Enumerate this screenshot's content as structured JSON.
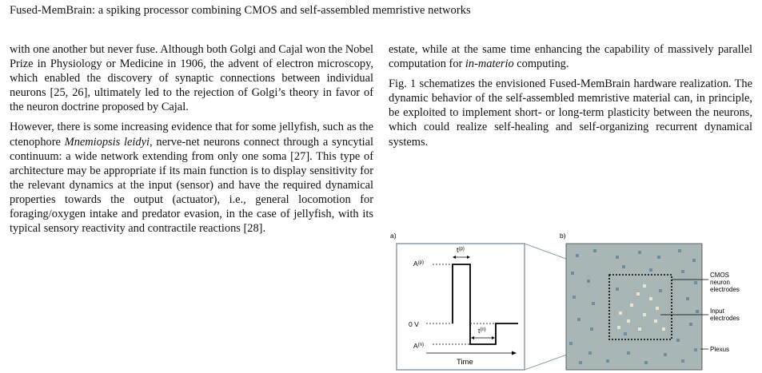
{
  "header": {
    "title": "Fused-MemBrain: a spiking processor combining CMOS and self-assembled memristive networks"
  },
  "left_column": {
    "p1": {
      "before": "with one another but never fuse. Although both Golgi and Cajal won the Nobel Prize in Physiology or Medicine in 1906, the advent of electron microscopy, which enabled the discovery of synaptic connections between individual neurons [25, 26], ultimately led to the rejection of Golgi’s theory in favor of the neuron doctrine proposed by Cajal."
    },
    "p2": {
      "before": "However, there is some increasing evidence that for some jellyfish, such as the ctenophore ",
      "italic": "Mnemiopsis leidyi",
      "after": ", nerve-net neurons connect through a syncytial continuum: a wide network extending from only one soma [27]. This type of architecture may be appropriate if its main function is to display sensitivity for the relevant dynamics at the input (sensor) and have the required dynamical properties towards the output (actuator), i.e., general locomotion for foraging/oxygen intake and predator evasion, in the case of jellyfish, with its typical sensory reactivity and contractile reactions [28]."
    }
  },
  "right_column": {
    "p1": {
      "before": "estate, while at the same time enhancing the capability of massively parallel computation for ",
      "italic": "in-materio",
      "after": " computing."
    },
    "p2": {
      "text": "Fig. 1 schematizes the envisioned Fused-MemBrain hardware realization.  The dynamic behavior of the self-assembled memristive material can, in principle, be exploited to implement short- or long-term plasticity between the neurons, which could realize self-healing and self-organizing recurrent dynamical systems."
    }
  },
  "figure": {
    "panel_a": {
      "label": "a)",
      "t_p": "t",
      "t_p_sup": "(p)",
      "a_p": "A",
      "a_p_sup": "(p)",
      "zero_v": "0 V",
      "t_n": "t",
      "t_n_sup": "(n)",
      "a_n": "A",
      "a_n_sup": "(n)",
      "time_label": "Time"
    },
    "panel_b": {
      "label": "b)",
      "cmos_label": [
        "CMOS",
        "neuron",
        "electrodes"
      ],
      "input_label": [
        "Input",
        "electrodes"
      ],
      "plexus_label": "Plexus"
    },
    "colors": {
      "plexus_fill": "#a9b6b6",
      "electrode": "#6f8b9c",
      "input_electrode": "#ece4d2"
    }
  }
}
